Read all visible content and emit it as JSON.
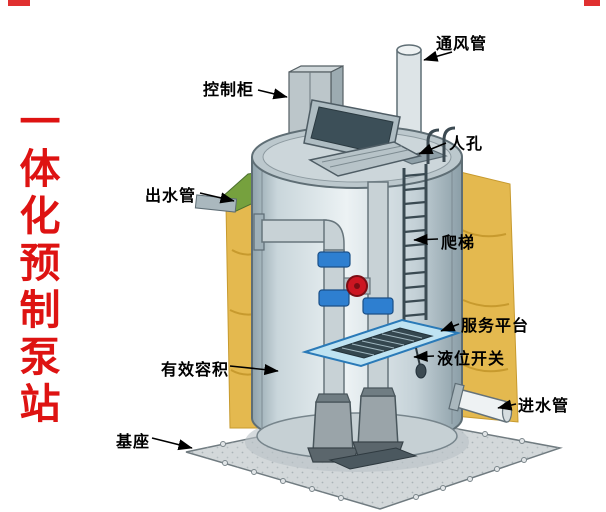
{
  "title": {
    "text": "一体化预制泵站",
    "color": "#de1312"
  },
  "labels": {
    "vent_pipe": "通风管",
    "control_cabinet": "控制柜",
    "manhole": "人孔",
    "outlet_pipe": "出水管",
    "ladder": "爬梯",
    "service_platform": "服务平台",
    "level_switch": "液位开关",
    "effective_volume": "有效容积",
    "inlet_pipe": "进水管",
    "base": "基座"
  },
  "colors": {
    "title_red": "#de1312",
    "soil_yellow": "#e4b94f",
    "grass_green": "#76a13e",
    "tank_gray": "#c3ced3",
    "platform_blue": "#bfe3f2",
    "coupling_blue": "#2e7fd0",
    "valve_red": "#cc1622",
    "label_black": "#000000"
  }
}
